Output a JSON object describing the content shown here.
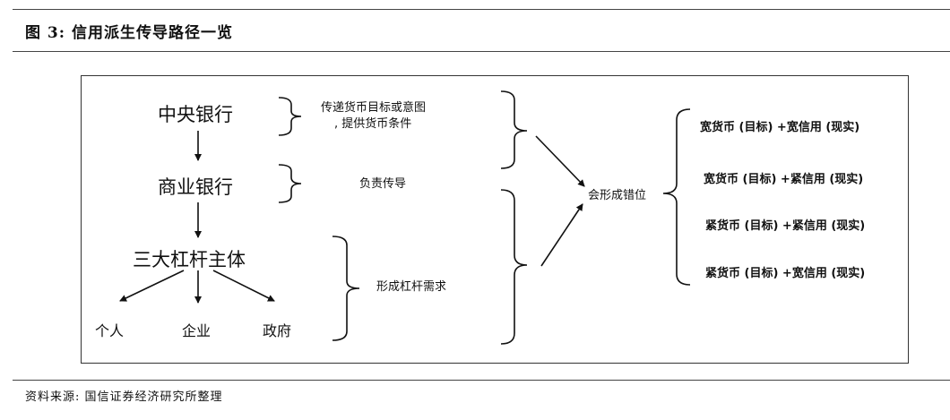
{
  "header": {
    "title": "图 3: 信用派生传导路径一览"
  },
  "footer": {
    "source": "资料来源: 国信证券经济研究所整理"
  },
  "diagram": {
    "nodes": {
      "central_bank": "中央银行",
      "commercial_bank": "商业银行",
      "three_sectors": "三大杠杆主体",
      "individual": "个人",
      "enterprise": "企业",
      "government": "政府"
    },
    "notes": {
      "central_bank_line1": "传递货币目标或意图",
      "central_bank_line2": ", 提供货币条件",
      "commercial_bank": "负责传导",
      "three_sectors": "形成杠杆需求",
      "mismatch": "会形成错位"
    },
    "outcomes": [
      "宽货币 (目标) +宽信用 (现实)",
      "宽货币 (目标) +紧信用 (现实)",
      "紧货币 (目标) +紧信用 (现实)",
      "紧货币 (目标) +宽信用 (现实)"
    ]
  }
}
